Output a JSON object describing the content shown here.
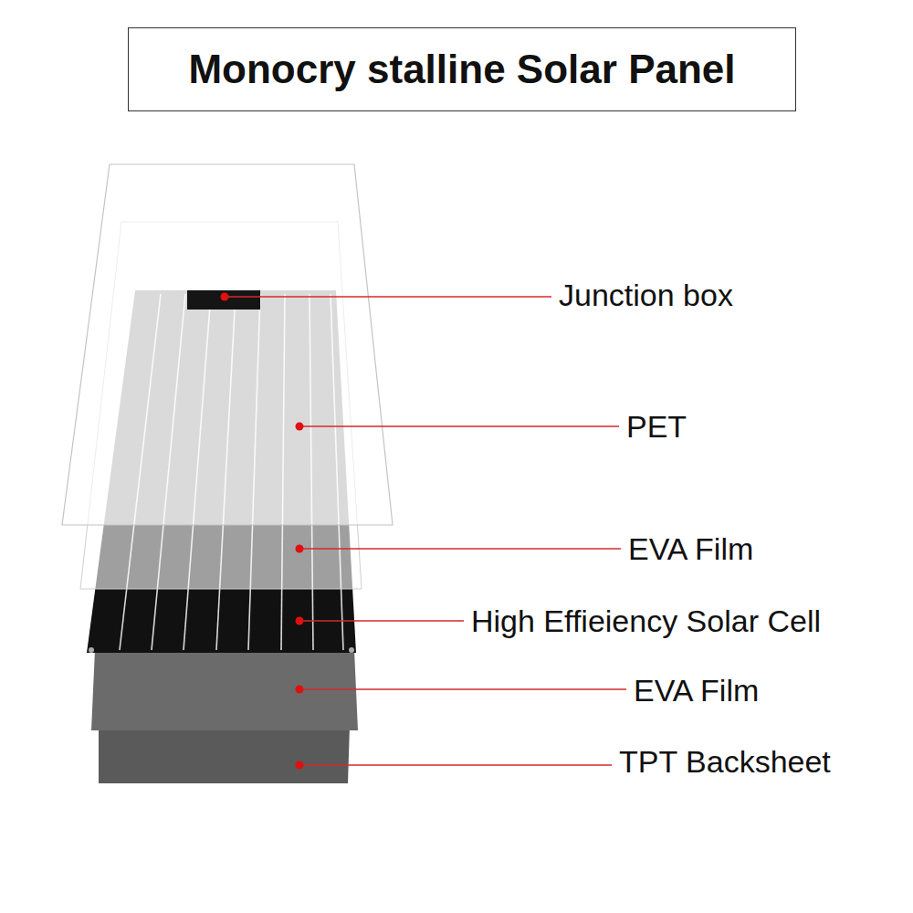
{
  "diagram": {
    "title": "Monocry stalline Solar Panel",
    "labels": [
      "Junction box",
      "PET",
      "EVA Film",
      "High Effieiency Solar Cell",
      "EVA Film",
      "TPT Backsheet"
    ]
  }
}
